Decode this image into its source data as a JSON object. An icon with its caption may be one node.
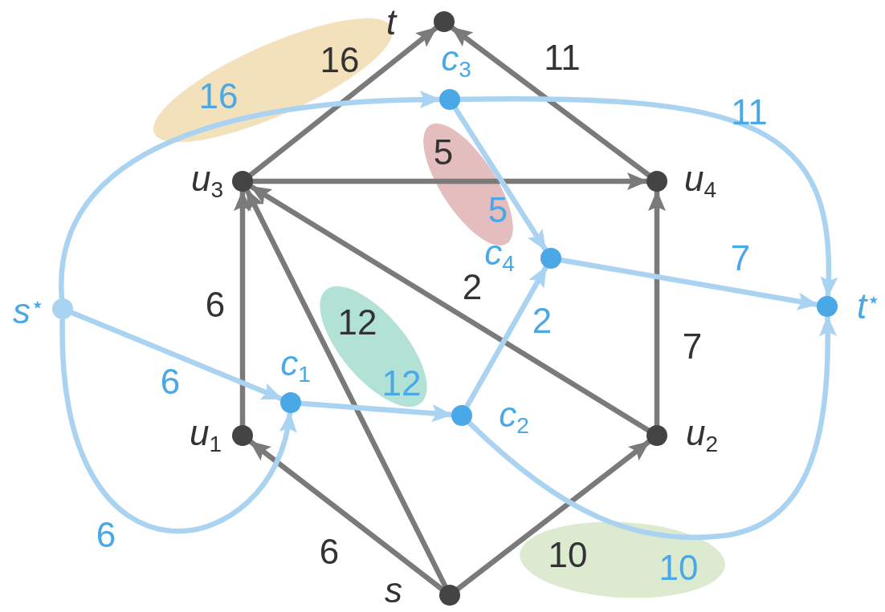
{
  "diagram": {
    "nodes": [
      {
        "text": [
          "t"
        ]
      },
      {
        "text": [
          "u$_{3}$"
        ]
      },
      {
        "text": [
          "u$_{4}$"
        ]
      },
      {
        "text": [
          "u$_{1}$"
        ]
      },
      {
        "text": [
          "u$_{2}$"
        ]
      },
      {
        "text": [
          "s"
        ]
      },
      {
        "text": [
          "c$_{3}$"
        ]
      },
      {
        "text": [
          "c$_{4}$"
        ]
      },
      {
        "text": [
          "c$_{1}$"
        ]
      },
      {
        "text": [
          "c$_{2}$"
        ]
      },
      {
        "text": [
          "s$^{⋆}$"
        ]
      },
      {
        "text": [
          "t$^{⋆}$"
        ]
      }
    ],
    "edges": [
      {
        "from": 1,
        "to": 0,
        "arrow": "to",
        "label": "16"
      },
      {
        "from": 2,
        "to": 0,
        "arrow": "to",
        "label": "11"
      },
      {
        "from": 1,
        "to": 2,
        "arrow": "to",
        "label": "5"
      },
      {
        "from": 3,
        "to": 1,
        "arrow": "to",
        "label": "6"
      },
      {
        "from": 5,
        "to": 1,
        "arrow": "to",
        "label": "12"
      },
      {
        "from": 4,
        "to": 1,
        "arrow": "to",
        "label": "2"
      },
      {
        "from": 4,
        "to": 2,
        "arrow": "to",
        "label": "7"
      },
      {
        "from": 5,
        "to": 3,
        "arrow": "to",
        "label": "6"
      },
      {
        "from": 5,
        "to": 4,
        "arrow": "to",
        "label": "10"
      },
      {
        "from": 10,
        "to": 6,
        "arrow": "to",
        "label": "16",
        "color": "#a9d3f1"
      },
      {
        "from": 6,
        "to": 11,
        "arrow": "to",
        "label": "11",
        "color": "#a9d3f1"
      },
      {
        "from": 6,
        "to": 7,
        "arrow": "to",
        "label": "5",
        "color": "#a9d3f1"
      },
      {
        "from": 7,
        "to": 11,
        "arrow": "to",
        "label": "7",
        "color": "#a9d3f1"
      },
      {
        "from": 10,
        "to": 8,
        "arrow": "to",
        "label": "6",
        "color": "#a9d3f1"
      },
      {
        "from": 10,
        "to": 8,
        "arrow": "to",
        "label": "6",
        "color": "#a9d3f1"
      },
      {
        "from": 8,
        "to": 9,
        "arrow": "to",
        "label": "12",
        "color": "#a9d3f1"
      },
      {
        "from": 9,
        "to": 7,
        "arrow": "to",
        "label": "2",
        "color": "#a9d3f1"
      },
      {
        "from": 9,
        "to": 11,
        "arrow": "to",
        "label": "10",
        "color": "#a9d3f1"
      }
    ]
  }
}
